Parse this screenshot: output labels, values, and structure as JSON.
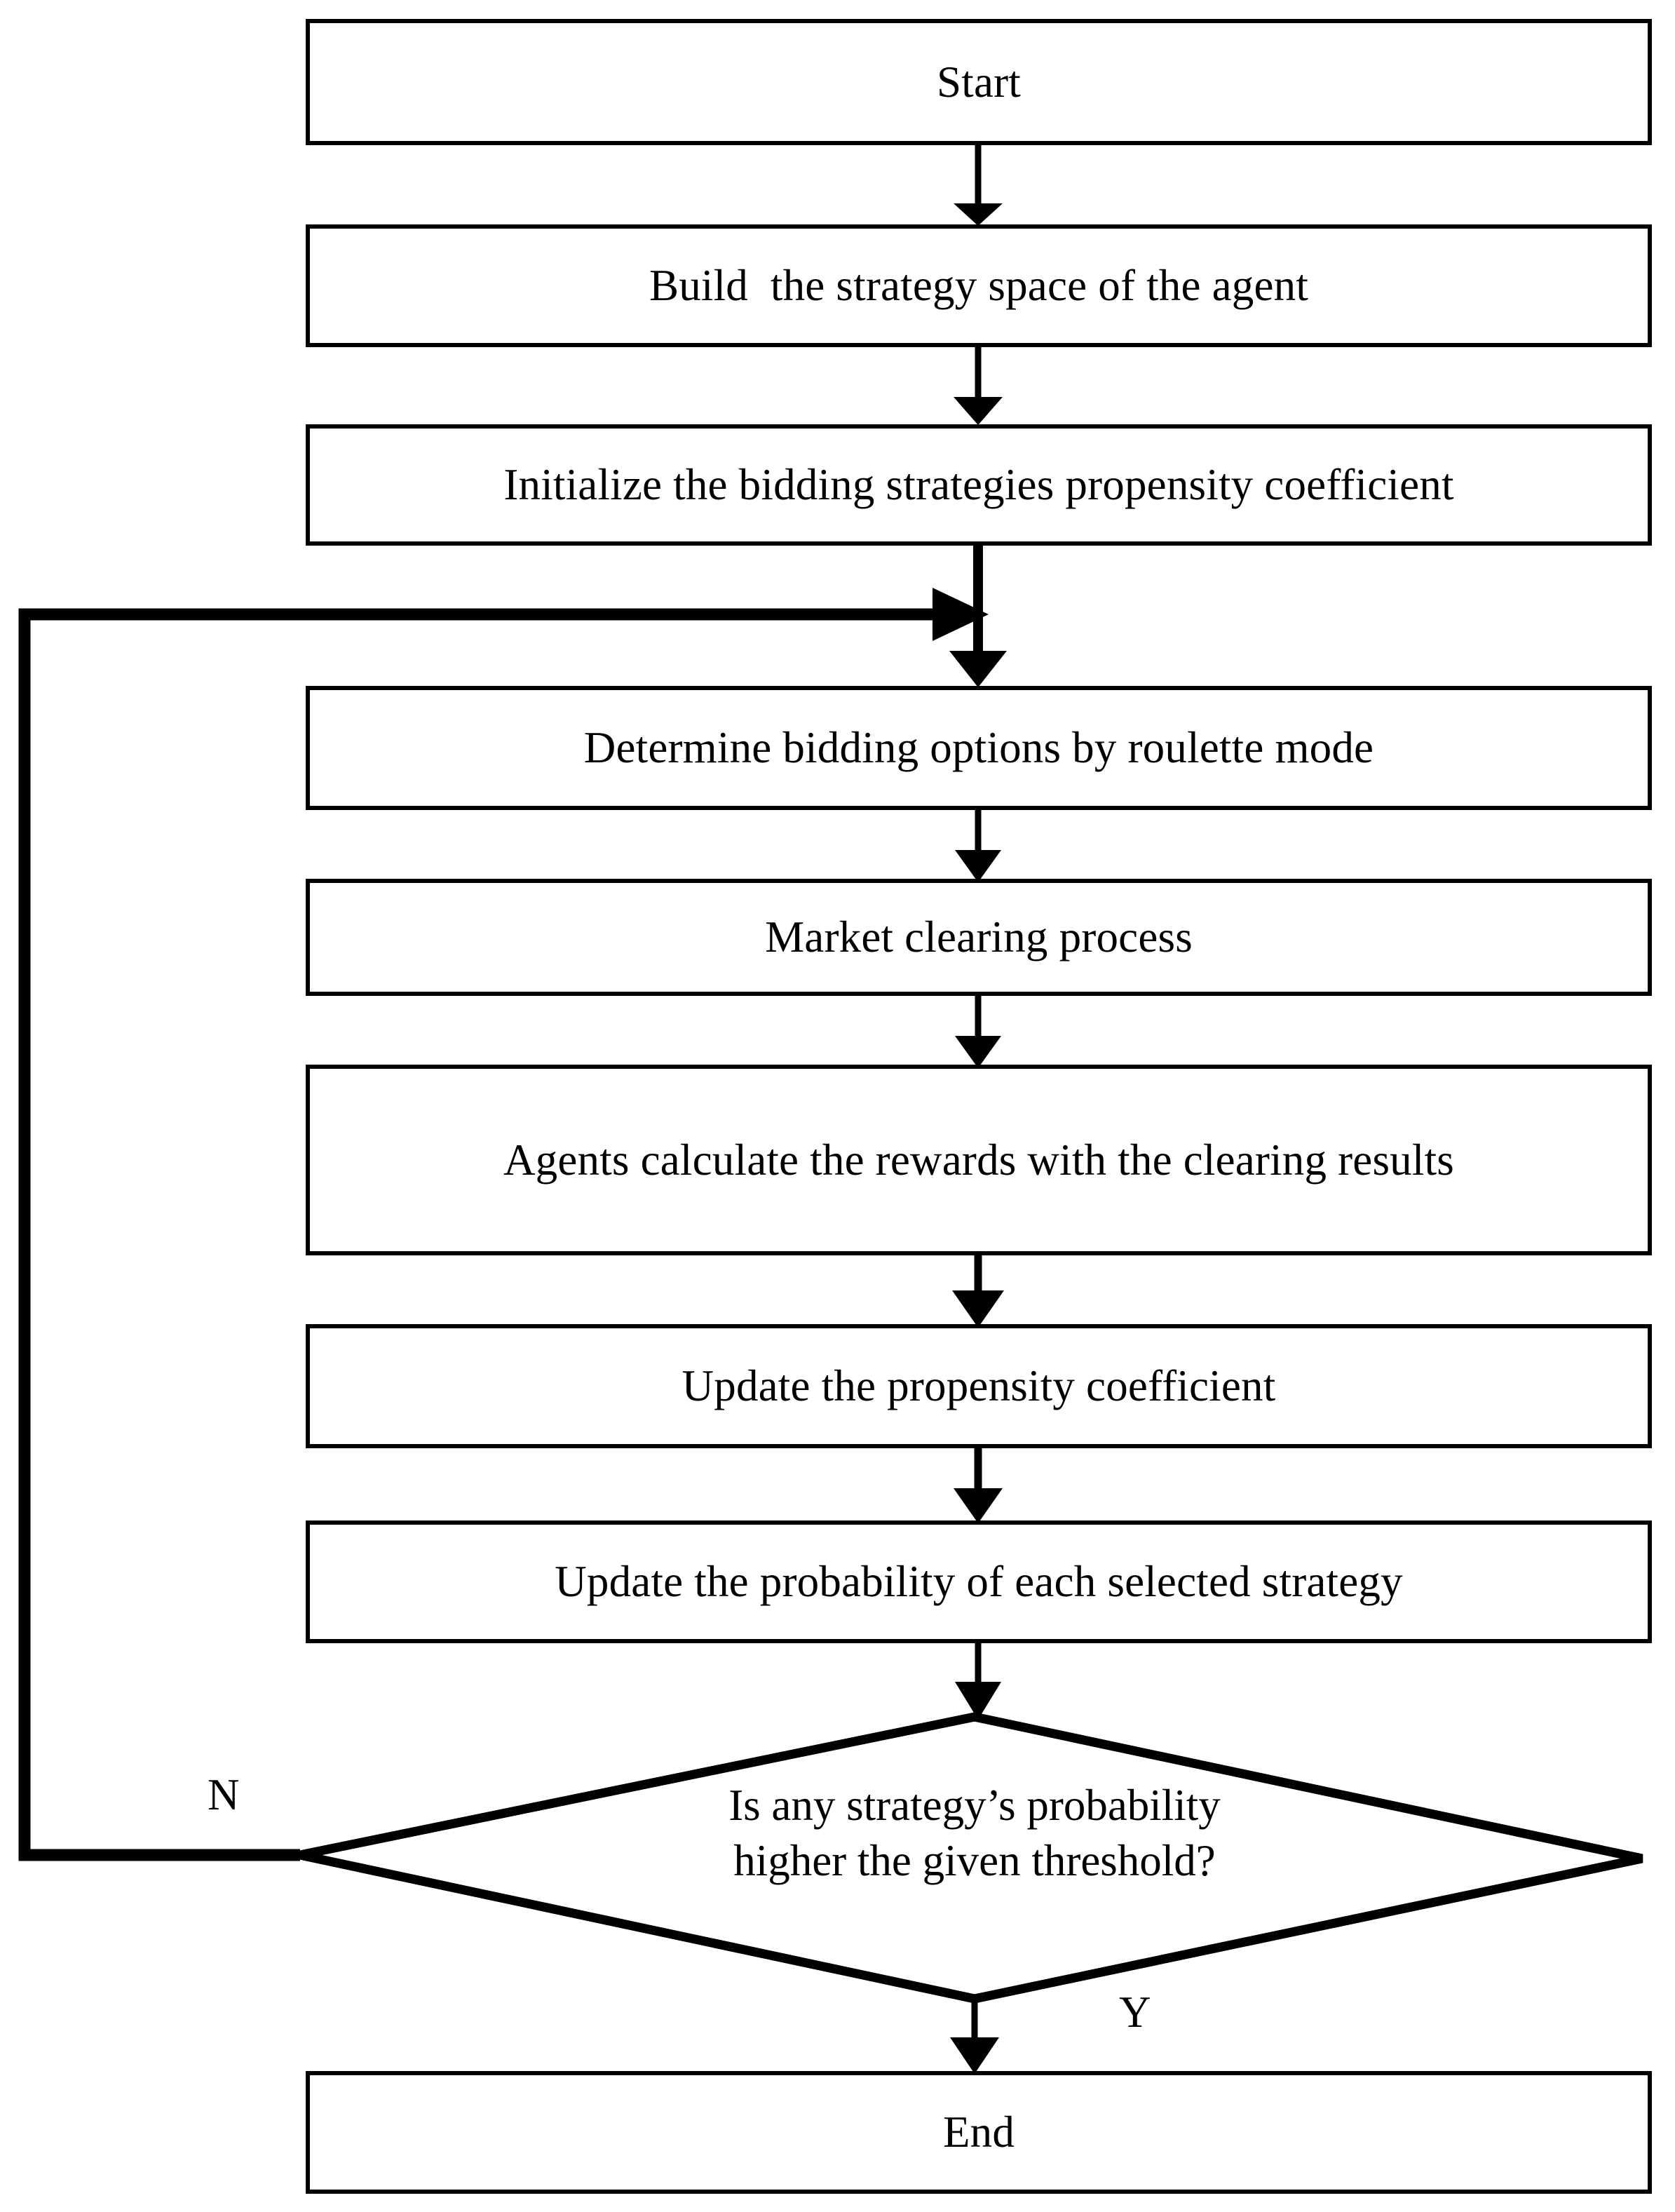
{
  "diagram": {
    "type": "flowchart",
    "title": "",
    "nodes": [
      {
        "id": "start",
        "shape": "rectangle",
        "label": "Start"
      },
      {
        "id": "build",
        "shape": "rectangle",
        "label": "Build  the strategy space of the agent"
      },
      {
        "id": "initialize",
        "shape": "rectangle",
        "label": "Initialize the bidding strategies propensity coefficient"
      },
      {
        "id": "determine",
        "shape": "rectangle",
        "label": "Determine bidding options by roulette mode"
      },
      {
        "id": "clearing",
        "shape": "rectangle",
        "label": "Market clearing process"
      },
      {
        "id": "rewards",
        "shape": "rectangle",
        "label": "Agents calculate the rewards with the clearing results"
      },
      {
        "id": "update_coef",
        "shape": "rectangle",
        "label": "Update the propensity coefficient"
      },
      {
        "id": "update_prob",
        "shape": "rectangle",
        "label": "Update the probability of each selected strategy"
      },
      {
        "id": "decision",
        "shape": "diamond",
        "label_line1": "Is any strategy’s probability",
        "label_line2": "higher the given threshold?"
      },
      {
        "id": "end",
        "shape": "rectangle",
        "label": "End"
      }
    ],
    "edge_labels": {
      "no": "N",
      "yes": "Y"
    },
    "colors": {
      "stroke": "#000000",
      "fill": "#ffffff",
      "text": "#000000"
    }
  }
}
